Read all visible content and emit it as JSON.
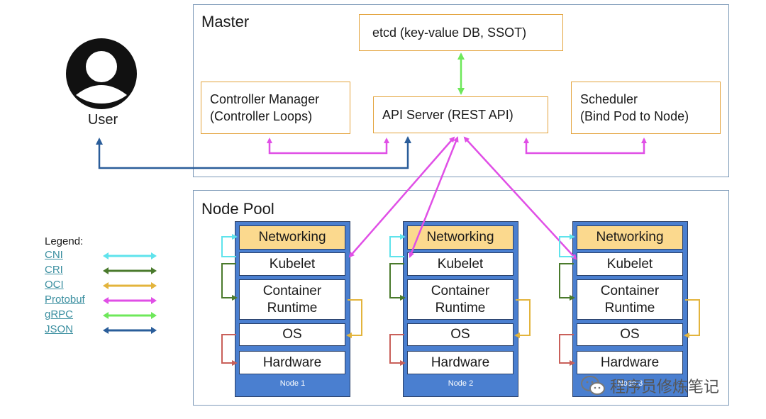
{
  "master": {
    "title": "Master",
    "etcd": "etcd (key-value DB, SSOT)",
    "controller_line1": "Controller Manager",
    "controller_line2": "(Controller Loops)",
    "api_server": "API Server (REST API)",
    "scheduler_line1": "Scheduler",
    "scheduler_line2": "(Bind Pod to Node)"
  },
  "user": {
    "label": "User"
  },
  "node_pool": {
    "title": "Node Pool",
    "nodes": [
      {
        "name": "Node 1",
        "networking": "Networking",
        "kubelet": "Kubelet",
        "runtime_line1": "Container",
        "runtime_line2": "Runtime",
        "os": "OS",
        "hardware": "Hardware"
      },
      {
        "name": "Node 2",
        "networking": "Networking",
        "kubelet": "Kubelet",
        "runtime_line1": "Container",
        "runtime_line2": "Runtime",
        "os": "OS",
        "hardware": "Hardware"
      },
      {
        "name": "Node 3",
        "networking": "Networking",
        "kubelet": "Kubelet",
        "runtime_line1": "Container",
        "runtime_line2": "Runtime",
        "os": "OS",
        "hardware": "Hardware"
      }
    ]
  },
  "legend": {
    "title": "Legend:",
    "items": [
      {
        "label": "CNI",
        "color": "#5fe3ec"
      },
      {
        "label": "CRI",
        "color": "#4a7a2c"
      },
      {
        "label": "OCI",
        "color": "#e3b43c"
      },
      {
        "label": "Protobuf",
        "color": "#e04fe6"
      },
      {
        "label": "gRPC",
        "color": "#6ee85a"
      },
      {
        "label": "JSON",
        "color": "#2a5d9a"
      }
    ]
  },
  "colors": {
    "protobuf": "#e04fe6",
    "grpc": "#6ee85a",
    "json": "#2a5d9a",
    "cni": "#5fe3ec",
    "cri": "#4a7a2c",
    "oci": "#e3b43c",
    "hw": "#c9605a"
  },
  "watermark": "程序员修炼笔记"
}
